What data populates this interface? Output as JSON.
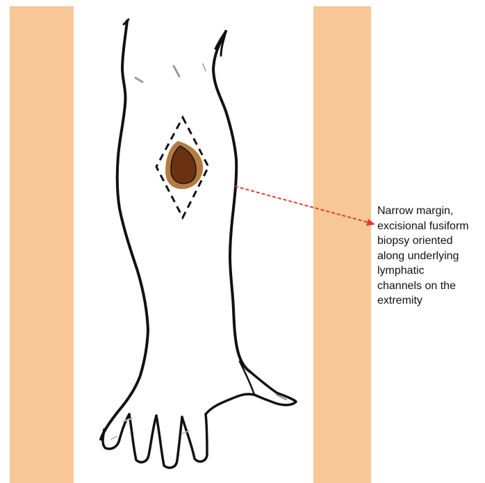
{
  "annotation": {
    "lines": [
      "Narrow margin,",
      "excisional fusiform",
      "biopsy oriented",
      "along underlying",
      "lymphatic",
      "channels on the",
      "extremity"
    ]
  },
  "colors": {
    "side_band": "#f7c797",
    "outline": "#111111",
    "lesion_outer": "#b57a3e",
    "lesion_inner": "#6b3212",
    "excision_margin": "#111111",
    "pointer_arrow": "#e03a2f"
  },
  "icons": {
    "arm": "arm-line-drawing",
    "lesion": "pigmented-lesion",
    "margin": "dashed-diamond-excision-outline",
    "pointer": "dashed-arrow"
  }
}
